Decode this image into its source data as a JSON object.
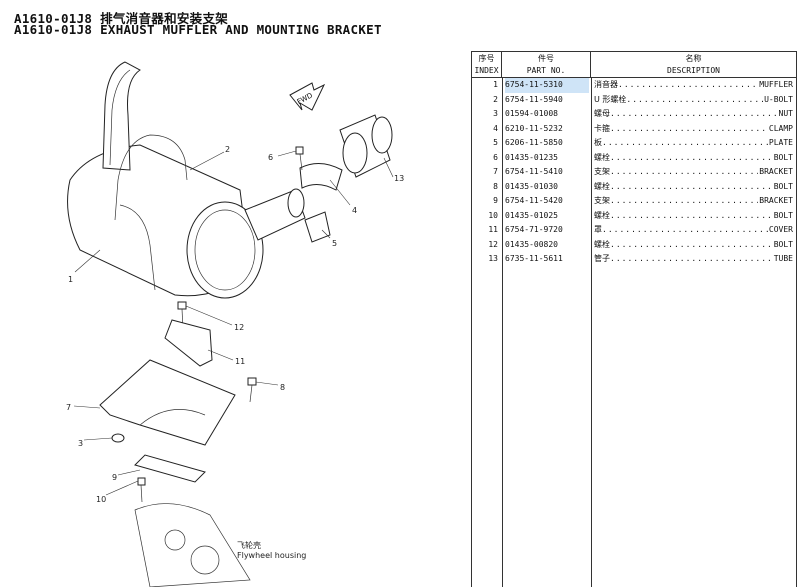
{
  "title_cn": "A1610-01J8 排气消音器和安装支架",
  "title_en": "A1610-01J8 EXHAUST MUFFLER AND MOUNTING BRACKET",
  "table": {
    "headers": {
      "index_cn": "序号",
      "index_en": "INDEX",
      "part_cn": "件号",
      "part_en": "PART NO.",
      "desc_cn": "名称",
      "desc_en": "DESCRIPTION"
    },
    "selected_index": 0,
    "rows": [
      {
        "index": "1",
        "part_no": "6754-11-5310",
        "desc_cn": "消音器",
        "desc_en": "MUFFLER"
      },
      {
        "index": "2",
        "part_no": "6754-11-5940",
        "desc_cn": "U 形螺栓",
        "desc_en": "U-BOLT"
      },
      {
        "index": "3",
        "part_no": "01594-01008",
        "desc_cn": "螺母",
        "desc_en": "NUT"
      },
      {
        "index": "4",
        "part_no": "6210-11-5232",
        "desc_cn": "卡箍",
        "desc_en": "CLAMP"
      },
      {
        "index": "5",
        "part_no": "6206-11-5850",
        "desc_cn": "板",
        "desc_en": "PLATE"
      },
      {
        "index": "6",
        "part_no": "01435-01235",
        "desc_cn": "螺栓",
        "desc_en": "BOLT"
      },
      {
        "index": "7",
        "part_no": "6754-11-5410",
        "desc_cn": "支架",
        "desc_en": "BRACKET"
      },
      {
        "index": "8",
        "part_no": "01435-01030",
        "desc_cn": "螺栓",
        "desc_en": "BOLT"
      },
      {
        "index": "9",
        "part_no": "6754-11-5420",
        "desc_cn": "支架",
        "desc_en": "BRACKET"
      },
      {
        "index": "10",
        "part_no": "01435-01025",
        "desc_cn": "螺栓",
        "desc_en": "BOLT"
      },
      {
        "index": "11",
        "part_no": "6754-71-9720",
        "desc_cn": "罩",
        "desc_en": "COVER"
      },
      {
        "index": "12",
        "part_no": "01435-00820",
        "desc_cn": "螺栓",
        "desc_en": "BOLT"
      },
      {
        "index": "13",
        "part_no": "6735-11-5611",
        "desc_cn": "管子",
        "desc_en": "TUBE"
      }
    ]
  },
  "diagram": {
    "fwd_label": "FWD",
    "flywheel_cn": "飞轮壳",
    "flywheel_en": "Flywheel housing",
    "callouts": [
      "1",
      "2",
      "3",
      "4",
      "5",
      "6",
      "7",
      "8",
      "9",
      "10",
      "11",
      "12",
      "13"
    ]
  }
}
